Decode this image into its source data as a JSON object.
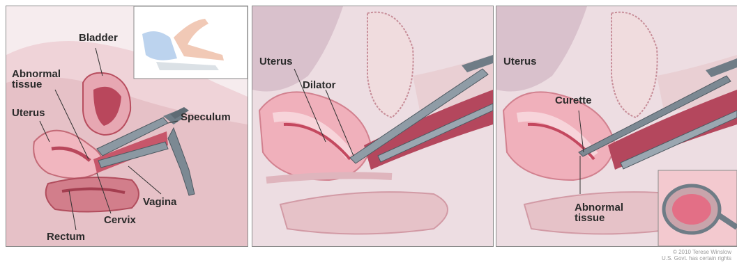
{
  "panels": [
    {
      "labels": {
        "bladder": "Bladder",
        "abnormal_tissue": "Abnormal\ntissue",
        "uterus": "Uterus",
        "speculum": "Speculum",
        "vagina": "Vagina",
        "cervix": "Cervix",
        "rectum": "Rectum"
      }
    },
    {
      "labels": {
        "uterus": "Uterus",
        "dilator": "Dilator"
      }
    },
    {
      "labels": {
        "uterus": "Uterus",
        "curette": "Curette",
        "abnormal_tissue": "Abnormal\ntissue"
      }
    }
  ],
  "credit": {
    "line1": "© 2010 Terese Winslow",
    "line2": "U.S. Govt. has certain rights"
  },
  "colors": {
    "tissue_pink": "#e9a5b0",
    "tissue_dark": "#b8485a",
    "background": "#f4e9ec",
    "instrument": "#6f7c86"
  }
}
